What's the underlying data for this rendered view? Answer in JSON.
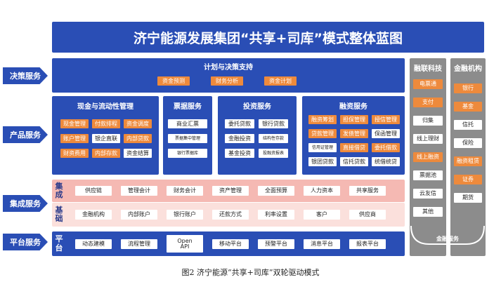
{
  "title": "济宁能源发展集团“共享+司库”模式整体蓝图",
  "side_labels": [
    "决策服务",
    "产品服务",
    "集成服务",
    "平台服务"
  ],
  "decision": {
    "title": "计划与决策支持",
    "items": [
      "资金预测",
      "财务分析",
      "资金计划"
    ]
  },
  "cash": {
    "title": "现金与流动性管理",
    "items": [
      "现金管理",
      "付款排程",
      "资金调度",
      "账户管理",
      "银企直联",
      "内部贷款",
      "财资费用",
      "内部存款",
      "资金结算"
    ]
  },
  "bill": {
    "title": "票据服务",
    "items": [
      "商业汇票",
      "票据集中管理",
      "银行票据库"
    ]
  },
  "invest": {
    "title": "投资服务",
    "items": [
      "委托贷款",
      "银行贷款",
      "金融投资",
      "结构性存款",
      "基金投资",
      "投融资报表"
    ]
  },
  "finance": {
    "title": "融资服务",
    "items": [
      "融资筹划",
      "担保管理",
      "授信管理",
      "贷款管理",
      "发债管理",
      "保函管理",
      "信用证管理",
      "直接借贷",
      "委托借款",
      "银团贷款",
      "信托贷款",
      "统借统贷"
    ]
  },
  "integration": {
    "label1_line1": "集",
    "label1_line2": "成",
    "label2_line1": "基",
    "label2_line2": "础",
    "row1": [
      "供应链",
      "管理会计",
      "财务会计",
      "资产管理",
      "全面预算",
      "人力资本",
      "共享服务"
    ],
    "row2": [
      "金融机构",
      "内部账户",
      "银行账户",
      "还款方式",
      "利率设置",
      "客户",
      "供应商"
    ]
  },
  "platform": {
    "label_line1": "平",
    "label_line2": "台",
    "items": [
      "动态建模",
      "流程管理",
      "Open API",
      "移动平台",
      "预警平台",
      "消息平台",
      "报表平台"
    ]
  },
  "fintech": {
    "title": "融联科技",
    "items": [
      "电票通",
      "支付",
      "归集",
      "线上理财",
      "线上融资",
      "票据池",
      "云友信",
      "其他"
    ],
    "footer": "金融服务"
  },
  "institutions": {
    "title": "金融机构",
    "items": [
      "银行",
      "基金",
      "信托",
      "保险",
      "融资租赁",
      "证券",
      "期货"
    ]
  },
  "caption": "图2  济宁能源“共享+司库”双轮驱动模式"
}
